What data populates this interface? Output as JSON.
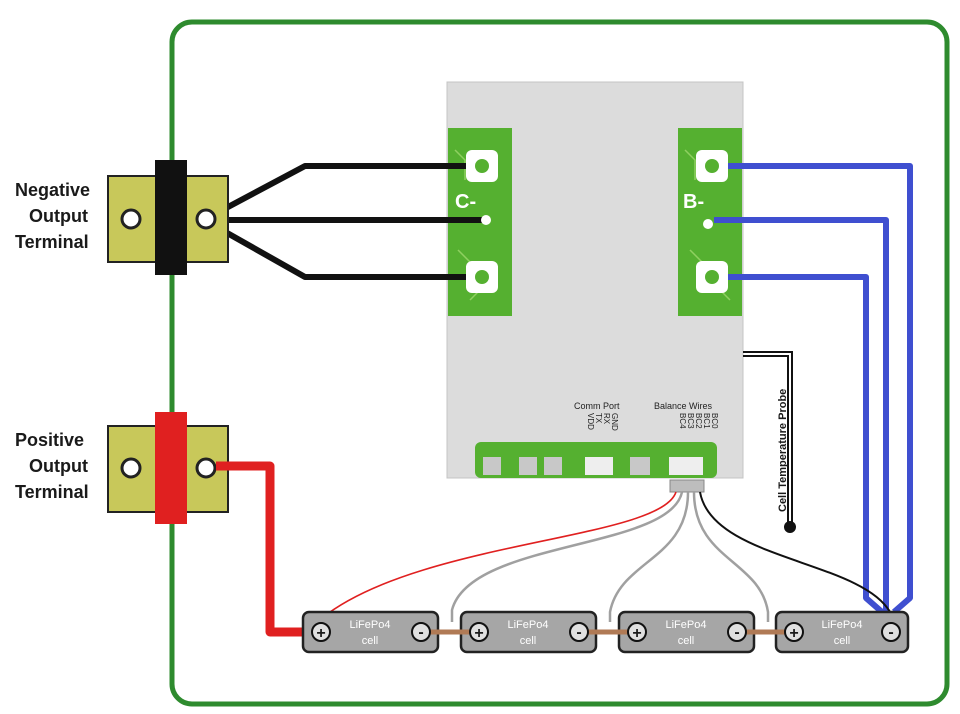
{
  "labels": {
    "negative_line1": "Negative",
    "negative_line2": "Output",
    "negative_line3": "Terminal",
    "positive_line1": "Positive",
    "positive_line2": "Output",
    "positive_line3": "Terminal",
    "c_minus": "C-",
    "b_minus": "B-",
    "comm_port": "Comm Port",
    "comm_pins": [
      "GND",
      "RX",
      "TX",
      "VDD"
    ],
    "balance_wires": "Balance Wires",
    "balance_pins": [
      "BC0",
      "BC1",
      "BC2",
      "BC3",
      "BC4"
    ],
    "temp_probe": "Cell Temperature Probe"
  },
  "cells": [
    {
      "name": "LiFePo4",
      "sub": "cell"
    },
    {
      "name": "LiFePo4",
      "sub": "cell"
    },
    {
      "name": "LiFePo4",
      "sub": "cell"
    },
    {
      "name": "LiFePo4",
      "sub": "cell"
    }
  ],
  "symbols": {
    "plus": "+",
    "minus": "-"
  },
  "colors": {
    "enclosure": "#2e8b2e",
    "terminal": "#c8c85a",
    "negative_wire": "#111111",
    "positive_wire": "#e02020",
    "bms_board": "#dcdcdc",
    "pcb_green": "#55b030",
    "b_wire": "#3f4fd0",
    "balance_wire": "#a0a0a0",
    "link": "#b07a55"
  }
}
